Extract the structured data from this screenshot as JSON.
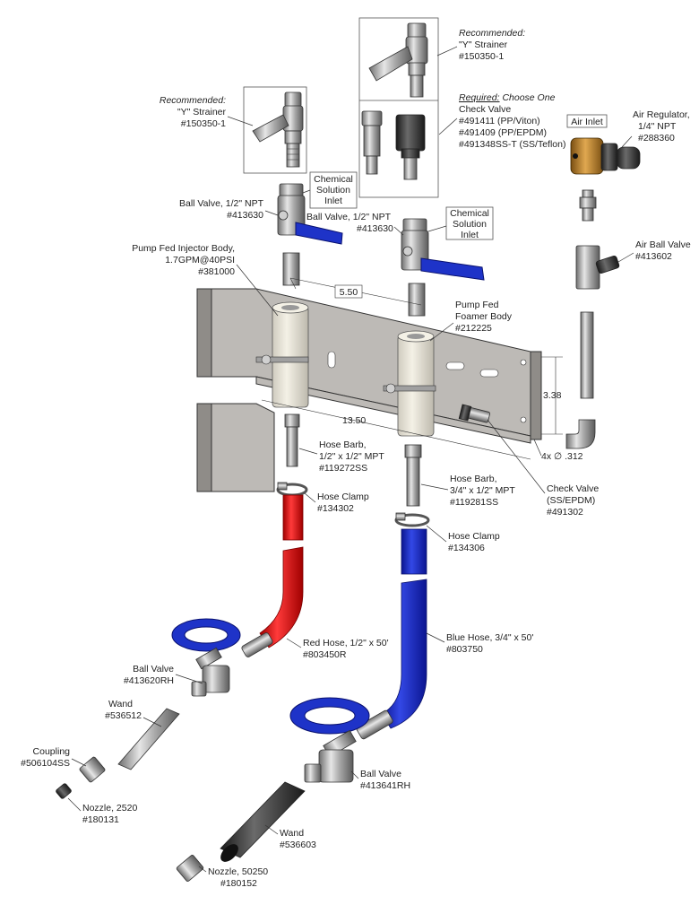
{
  "labels": {
    "strainer_left": {
      "rec": "Recommended:",
      "l1": "\"Y\" Strainer",
      "l2": "#150350-1"
    },
    "strainer_right": {
      "rec": "Recommended:",
      "l1": "\"Y\" Strainer",
      "l2": "#150350-1"
    },
    "check_valve_top": {
      "req": "Required:",
      "choose": " Choose One",
      "l1": "Check Valve",
      "l2": "#491411 (PP/Viton)",
      "l3": "#491409 (PP/EPDM)",
      "l4": "#491348SS-T (SS/Teflon)"
    },
    "air_inlet": "Air Inlet",
    "air_regulator": {
      "l1": "Air Regulator,",
      "l2": "1/4\" NPT",
      "l3": "#288360"
    },
    "chem_inlet_left": {
      "l1": "Chemical",
      "l2": "Solution",
      "l3": "Inlet"
    },
    "chem_inlet_right": {
      "l1": "Chemical",
      "l2": "Solution",
      "l3": "Inlet"
    },
    "ball_valve_left": {
      "l1": "Ball Valve, 1/2\" NPT",
      "l2": "#413630"
    },
    "ball_valve_right": {
      "l1": "Ball Valve, 1/2\" NPT",
      "l2": "#413630"
    },
    "air_ball_valve": {
      "l1": "Air Ball Valve",
      "l2": "#413602"
    },
    "injector_body": {
      "l1": "Pump Fed Injector Body,",
      "l2": "1.7GPM@40PSI",
      "l3": "#381000"
    },
    "foamer_body": {
      "l1": "Pump Fed",
      "l2": "Foamer Body",
      "l3": "#212225"
    },
    "dim_550": "5.50",
    "dim_338": "3.38",
    "dim_1350": "13.50",
    "dim_holes": "4x  ∅ .312",
    "hose_barb_left": {
      "l1": "Hose Barb,",
      "l2": "1/2\" x 1/2\" MPT",
      "l3": "#119272SS"
    },
    "hose_barb_right": {
      "l1": "Hose Barb,",
      "l2": "3/4\" x 1/2\" MPT",
      "l3": "#119281SS"
    },
    "check_valve_ss": {
      "l1": "Check Valve",
      "l2": "(SS/EPDM)",
      "l3": "#491302"
    },
    "hose_clamp_left": {
      "l1": "Hose Clamp",
      "l2": "#134302"
    },
    "hose_clamp_right": {
      "l1": "Hose Clamp",
      "l2": "#134306"
    },
    "red_hose": {
      "l1": "Red Hose, 1/2\" x 50'",
      "l2": "#803450R"
    },
    "blue_hose": {
      "l1": "Blue Hose, 3/4\" x 50'",
      "l2": "#803750"
    },
    "ball_valve_rh_left": {
      "l1": "Ball Valve",
      "l2": "#413620RH"
    },
    "ball_valve_rh_right": {
      "l1": "Ball Valve",
      "l2": "#413641RH"
    },
    "wand_left": {
      "l1": "Wand",
      "l2": "#536512"
    },
    "wand_right": {
      "l1": "Wand",
      "l2": "#536603"
    },
    "coupling": {
      "l1": "Coupling",
      "l2": "#506104SS"
    },
    "nozzle_left": {
      "l1": "Nozzle, 2520",
      "l2": "#180131"
    },
    "nozzle_right": {
      "l1": "Nozzle, 50250",
      "l2": "#180152"
    }
  },
  "colors": {
    "red_hose": "#e01010",
    "blue_hose": "#1f2fbf",
    "handle_blue": "#1e33c8",
    "brass": "#b07a2a",
    "plate": "#bdbab6"
  }
}
